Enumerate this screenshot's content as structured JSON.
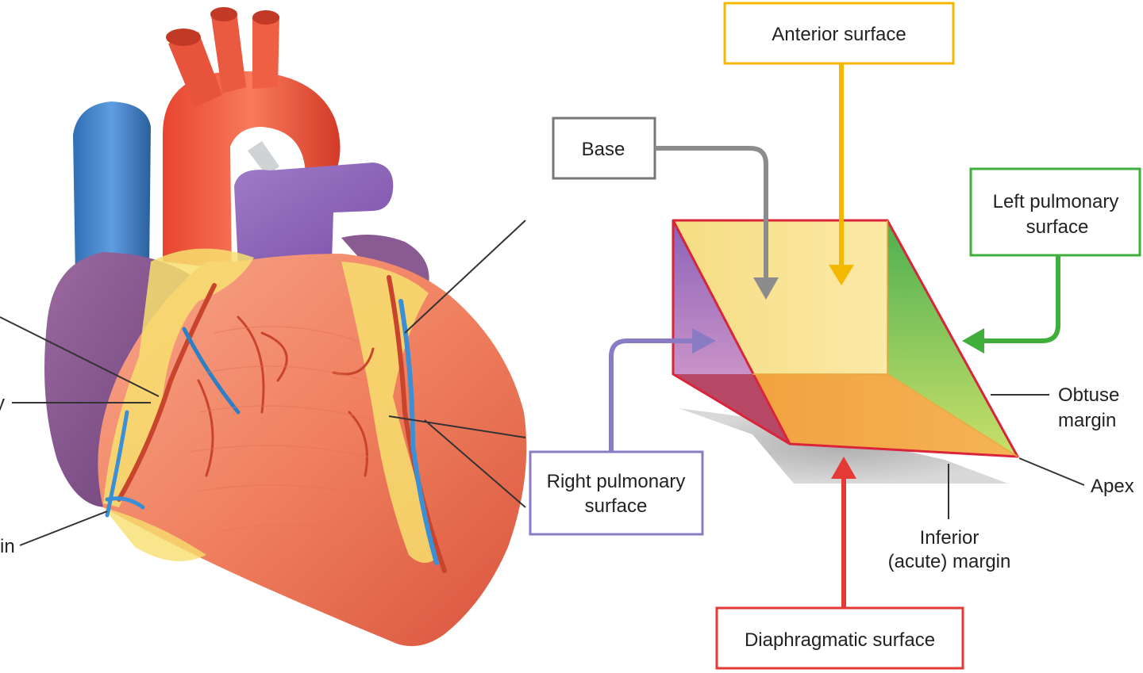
{
  "heart_callouts": {
    "left_1": "y",
    "left_2": "in"
  },
  "boxes": {
    "anterior": "Anterior surface",
    "base": "Base",
    "left_pulmonary_line1": "Left pulmonary",
    "left_pulmonary_line2": "surface",
    "right_pulmonary_line1": "Right pulmonary",
    "right_pulmonary_line2": "surface",
    "diaphragmatic": "Diaphragmatic surface"
  },
  "labels": {
    "obtuse_line1": "Obtuse",
    "obtuse_line2": "margin",
    "apex": "Apex",
    "inferior_line1": "Inferior",
    "inferior_line2": "(acute) margin"
  },
  "colors": {
    "anterior": "#f5b800",
    "base": "#777777",
    "left_pulmonary": "#3fae3a",
    "right_pulmonary": "#8a7cc4",
    "diaphragmatic": "#e53935",
    "prism_outline": "#d9243a"
  }
}
